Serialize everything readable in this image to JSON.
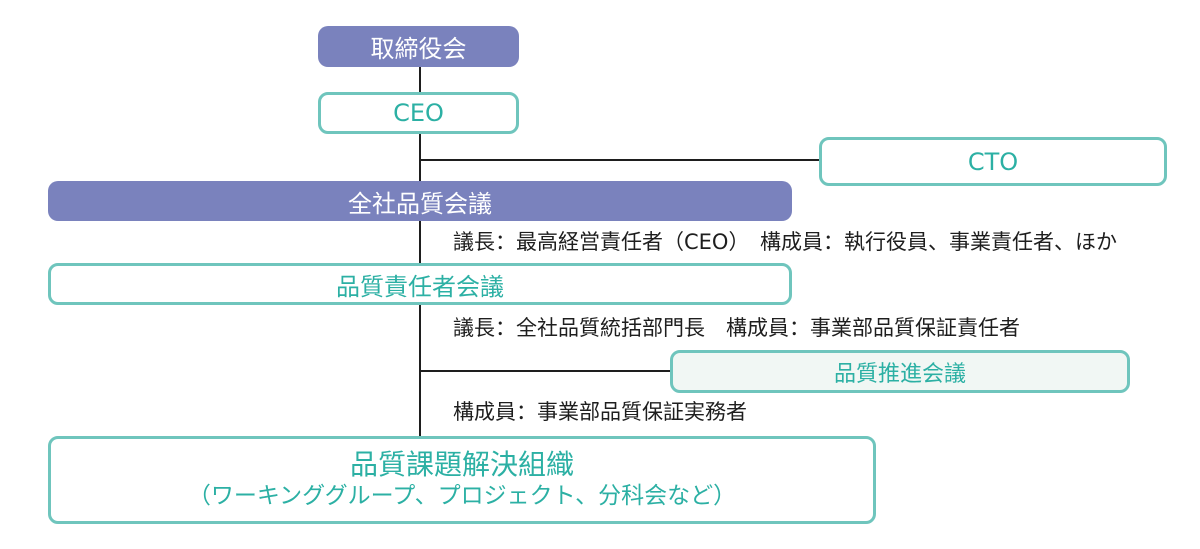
{
  "nodes": {
    "board": "取締役会",
    "ceo": "CEO",
    "cto": "CTO",
    "company_quality_meeting": "全社品質会議",
    "quality_managers_meeting": "品質責任者会議",
    "quality_promotion_meeting": "品質推進会議",
    "quality_problem_org": {
      "title": "品質課題解決組織",
      "subtitle": "（ワーキンググループ、プロジェクト、分科会など）"
    }
  },
  "notes": {
    "company_quality_meeting": "議長：最高経営責任者（CEO）　構成員：執行役員、事業責任者、ほか",
    "quality_managers_meeting": "議長：全社品質統括部門長　構成員：事業部品質保証責任者",
    "quality_promotion_meeting": "構成員：事業部品質保証実務者"
  },
  "colors": {
    "filled": "#7a82bd",
    "outline": "#6fc5bd",
    "outline_text": "#2cb0a4",
    "line": "#1e1e1e"
  }
}
